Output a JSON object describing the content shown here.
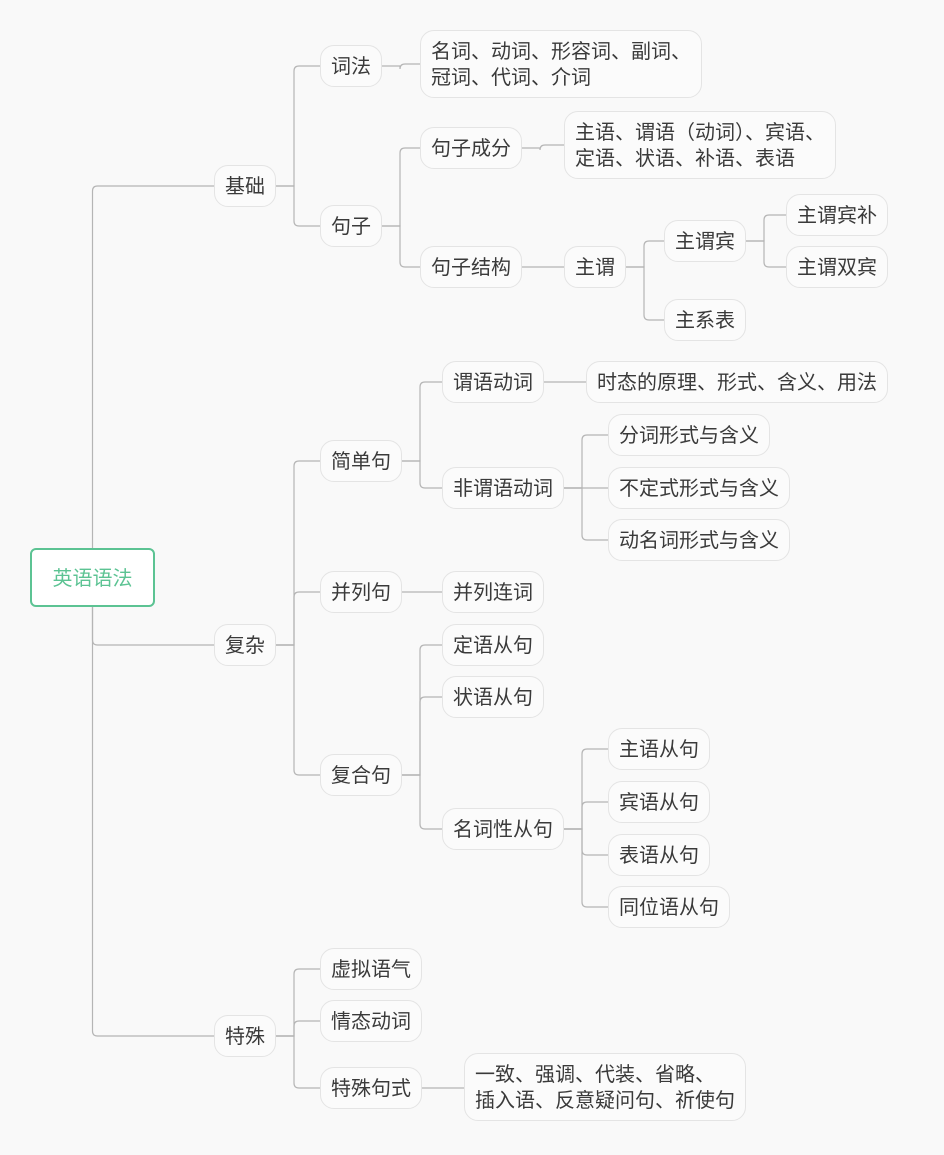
{
  "root": {
    "label": "英语语法"
  },
  "basic": {
    "label": "基础",
    "morphology": {
      "label": "词法",
      "detail": "名词、动词、形容词、副词、\n冠词、代词、介词"
    },
    "sentence": {
      "label": "句子",
      "components": {
        "label": "句子成分",
        "detail": "主语、谓语（动词）、宾语、\n定语、状语、补语、表语"
      },
      "structure": {
        "label": "句子结构",
        "sv": {
          "label": "主谓",
          "svo": {
            "label": "主谓宾",
            "svoc": "主谓宾补",
            "svoo": "主谓双宾"
          },
          "svc": "主系表"
        }
      }
    }
  },
  "complex": {
    "label": "复杂",
    "simple": {
      "label": "简单句",
      "predicate_verb": {
        "label": "谓语动词",
        "detail": "时态的原理、形式、含义、用法"
      },
      "nonfinite": {
        "label": "非谓语动词",
        "items": [
          "分词形式与含义",
          "不定式形式与含义",
          "动名词形式与含义"
        ]
      }
    },
    "compound": {
      "label": "并列句",
      "conj": "并列连词"
    },
    "complex_sentence": {
      "label": "复合句",
      "attributive": "定语从句",
      "adverbial": "状语从句",
      "nominal": {
        "label": "名词性从句",
        "items": [
          "主语从句",
          "宾语从句",
          "表语从句",
          "同位语从句"
        ]
      }
    }
  },
  "special": {
    "label": "特殊",
    "subjunctive": "虚拟语气",
    "modal": "情态动词",
    "patterns": {
      "label": "特殊句式",
      "detail": "一致、强调、代装、省略、\n插入语、反意疑问句、祈使句"
    }
  }
}
